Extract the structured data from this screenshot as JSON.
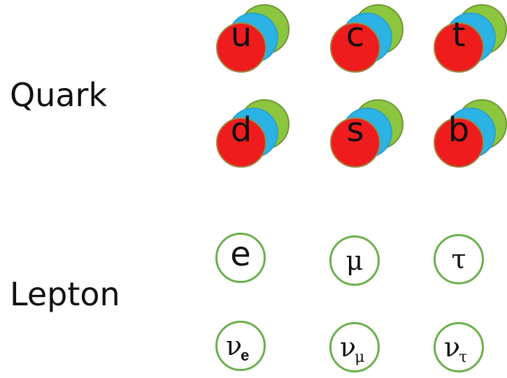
{
  "labels": {
    "quark": "Quark",
    "lepton": "Lepton"
  },
  "quarks": [
    {
      "symbol": "u"
    },
    {
      "symbol": "c"
    },
    {
      "symbol": "t"
    },
    {
      "symbol": "d"
    },
    {
      "symbol": "s"
    },
    {
      "symbol": "b"
    }
  ],
  "leptons": [
    {
      "symbol": "e"
    },
    {
      "symbol": "μ"
    },
    {
      "symbol": "τ"
    }
  ],
  "neutrinos": [
    {
      "symbol": "ν",
      "sub": "e"
    },
    {
      "symbol": "ν",
      "sub": "μ"
    },
    {
      "symbol": "ν",
      "sub": "τ"
    }
  ],
  "colors": {
    "color_charge_red": "#ee1c1c",
    "color_charge_blue": "#2bb3e6",
    "color_charge_green": "#8cc63f",
    "lepton_outline": "#6ab04c"
  }
}
